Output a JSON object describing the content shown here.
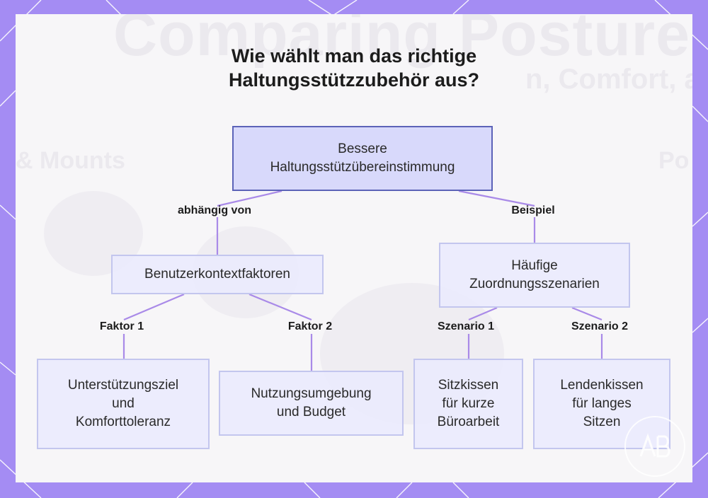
{
  "colors": {
    "frame": "#a48cf3",
    "card": "#f7f6f8",
    "node_fill": "#eaeafd",
    "node_border": "#c3c6ee",
    "root_fill": "#d8d9fb",
    "root_border": "#5c63b8",
    "connector": "#a98ae8"
  },
  "background_text": {
    "title": "Comparing Posture Su",
    "subtitle": "n, Comfort, ar",
    "left_heading": "& Mounts",
    "right_heading": "Po"
  },
  "diagram": {
    "title": "Wie wählt man das richtige Haltungsstützzubehör aus?",
    "nodes": {
      "root": "Bessere\nHaltungsstützübereinstimmung",
      "factors": "Benutzerkontextfaktoren",
      "scenarios": "Häufige\nZuordnungsszenarien",
      "goal": "Unterstützungsziel\nund\nKomforttoleranz",
      "environment": "Nutzungsumgebung\nund Budget",
      "seat_cushion": "Sitzkissen\nfür kurze\nBüroarbeit",
      "lumbar_cushion": "Lendenkissen\nfür langes\nSitzen"
    },
    "edges": {
      "depends_on": "abhängig von",
      "example": "Beispiel",
      "factor1": "Faktor 1",
      "factor2": "Faktor 2",
      "scenario1": "Szenario 1",
      "scenario2": "Szenario 2"
    }
  },
  "logo_icon": "brand-logo-icon"
}
